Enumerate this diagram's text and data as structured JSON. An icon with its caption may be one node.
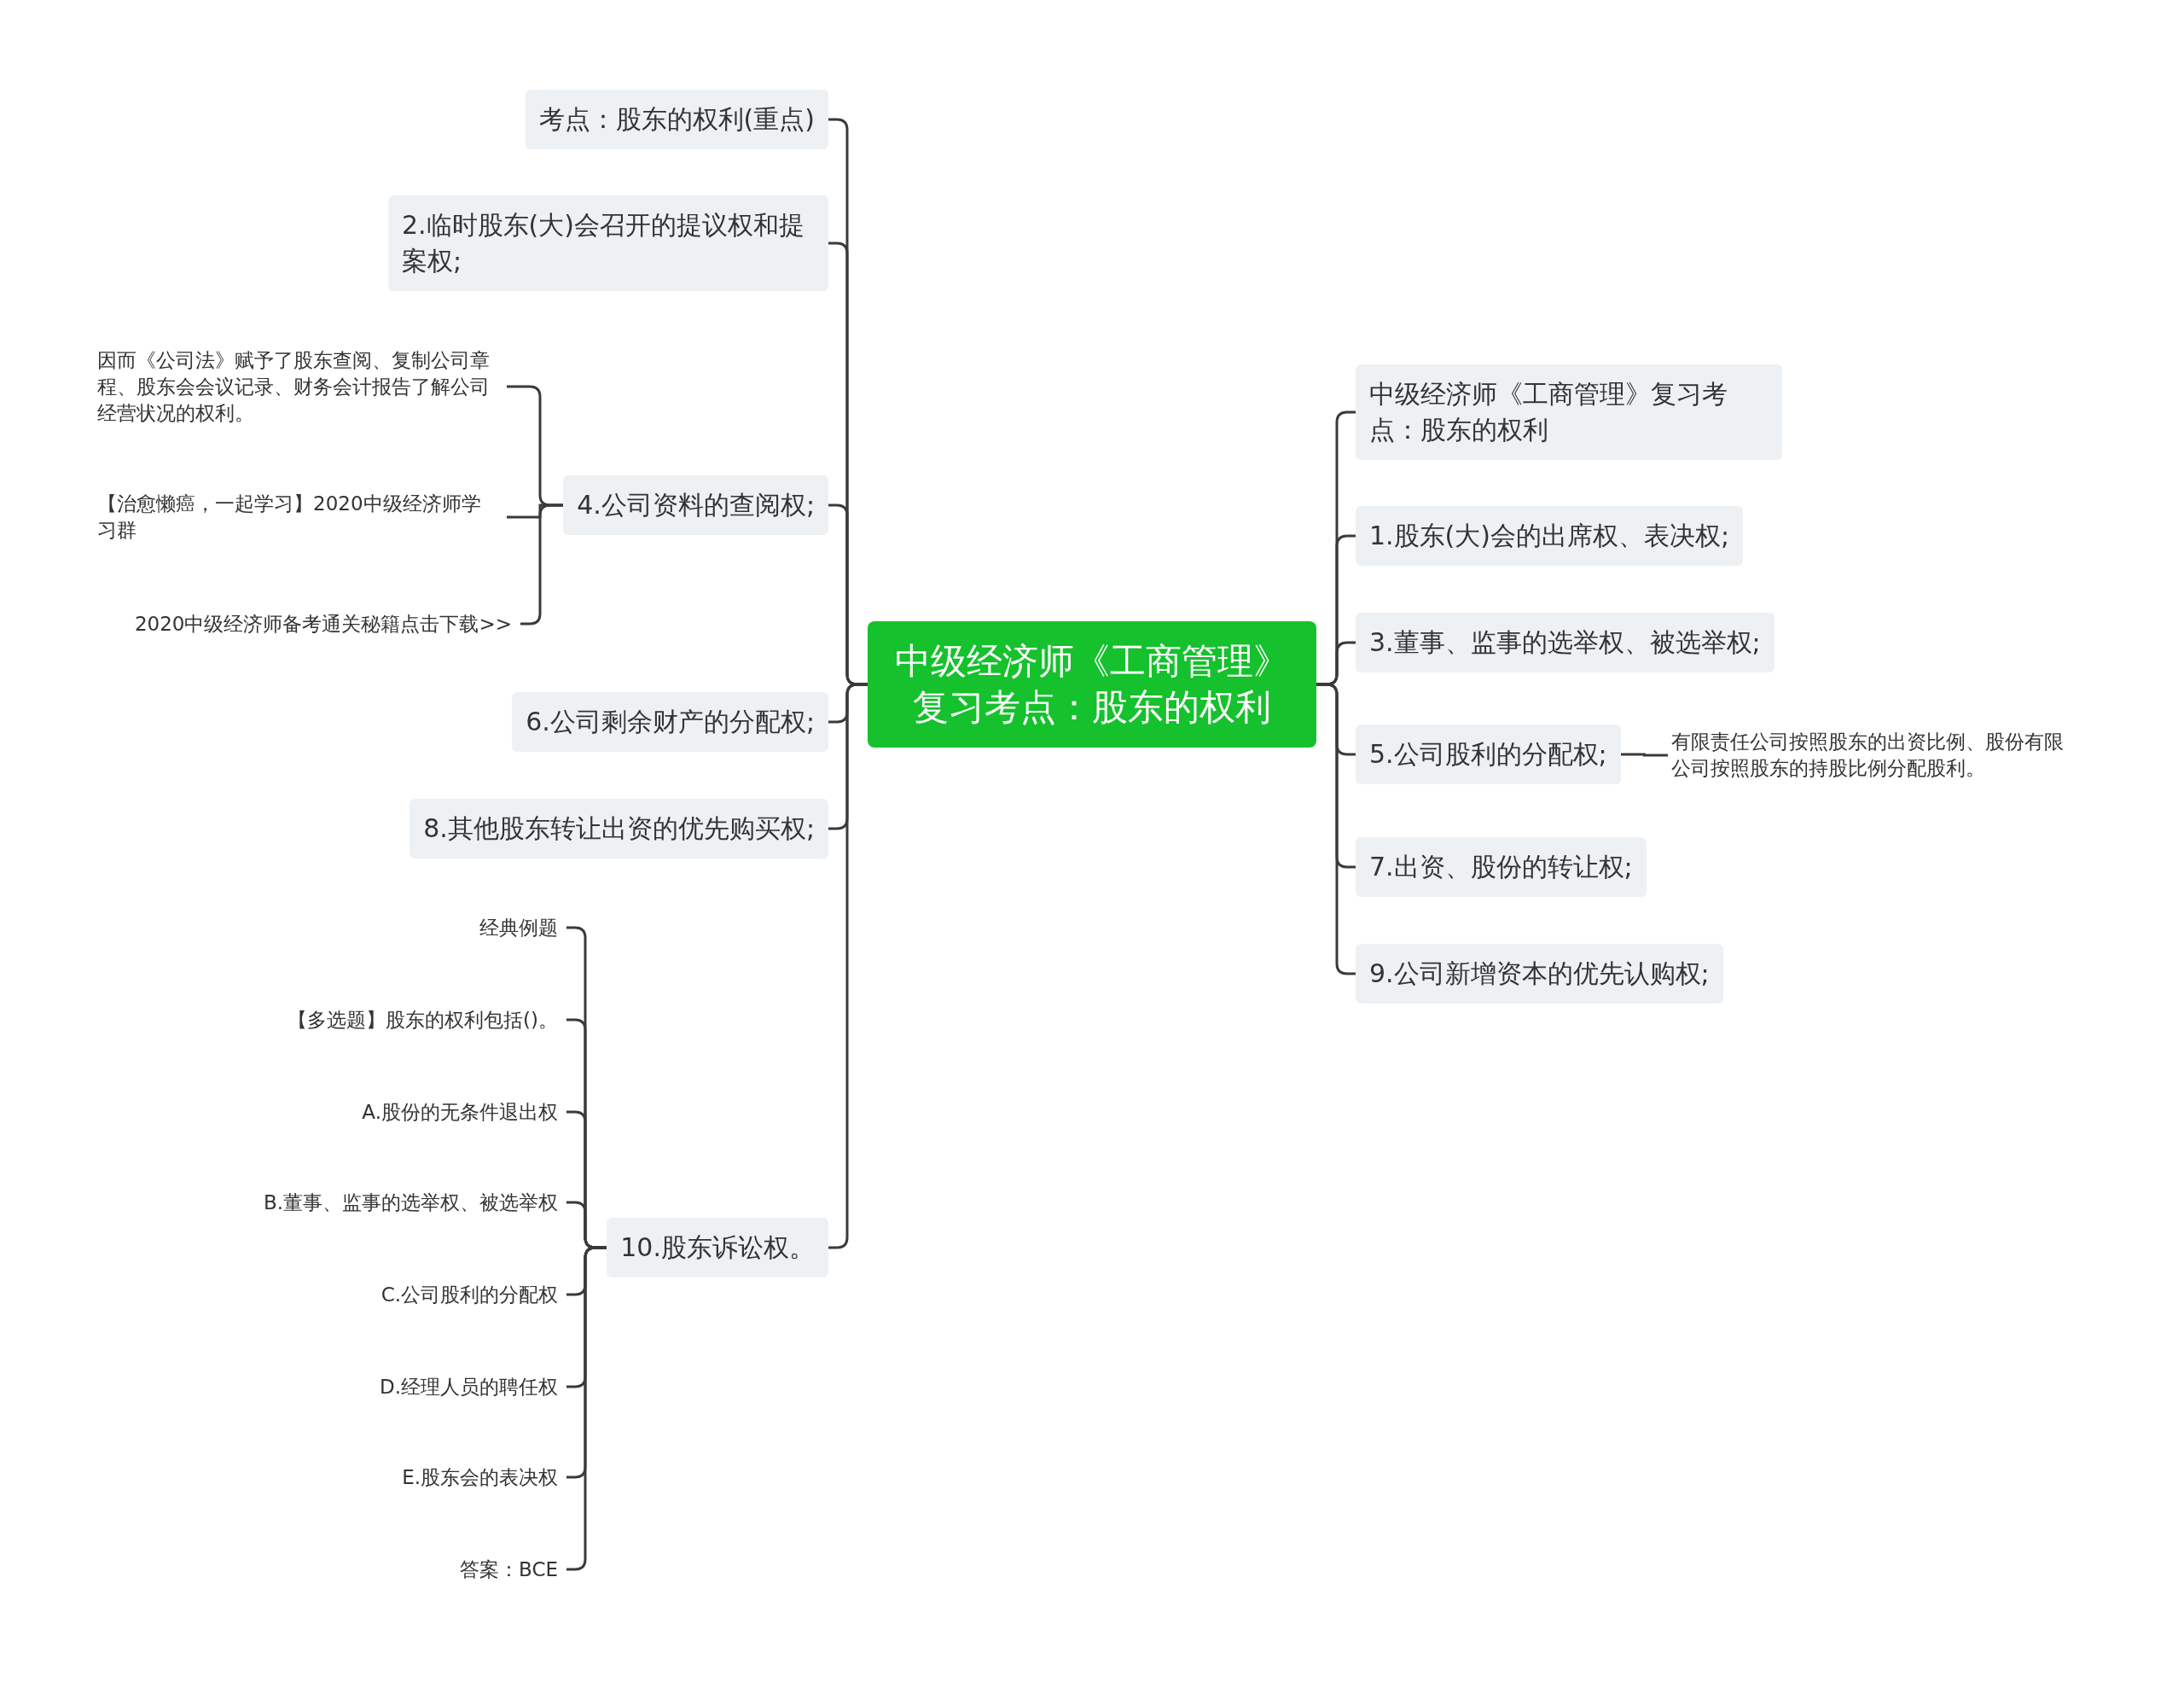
{
  "diagram": {
    "nodes": [
      {
        "text": [
          "中级经济师《工商管理》复习考点：股东的权利"
        ]
      },
      {
        "text": [
          "考点：股东的权利(重点)"
        ]
      },
      {
        "text": [
          "2.临时股东(大)会召开的提议权和提案权;"
        ]
      },
      {
        "text": [
          "4.公司资料的查阅权;"
        ]
      },
      {
        "text": [
          "因而《公司法》赋予了股东查阅、复制公司章程、股东会会议记录、财务会计报告了解公司经营状况的权利。"
        ]
      },
      {
        "text": [
          "【治愈懒癌，一起学习】2020中级经济师学习群"
        ]
      },
      {
        "text": [
          "2020中级经济师备考通关秘籍点击下载>>"
        ]
      },
      {
        "text": [
          "6.公司剩余财产的分配权;"
        ]
      },
      {
        "text": [
          "8.其他股东转让出资的优先购买权;"
        ]
      },
      {
        "text": [
          "10.股东诉讼权。"
        ]
      },
      {
        "text": [
          "经典例题"
        ]
      },
      {
        "text": [
          "【多选题】股东的权利包括()。"
        ]
      },
      {
        "text": [
          "A.股份的无条件退出权"
        ]
      },
      {
        "text": [
          "B.董事、监事的选举权、被选举权"
        ]
      },
      {
        "text": [
          "C.公司股利的分配权"
        ]
      },
      {
        "text": [
          "D.经理人员的聘任权"
        ]
      },
      {
        "text": [
          "E.股东会的表决权"
        ]
      },
      {
        "text": [
          "答案：BCE"
        ]
      },
      {
        "text": [
          "中级经济师《工商管理》复习考点：股东的权利"
        ]
      },
      {
        "text": [
          "1.股东(大)会的出席权、表决权;"
        ]
      },
      {
        "text": [
          "3.董事、监事的选举权、被选举权;"
        ]
      },
      {
        "text": [
          "5.公司股利的分配权;"
        ]
      },
      {
        "text": [
          "有限责任公司按照股东的出资比例、股份有限公司按照股东的持股比例分配股利。"
        ]
      },
      {
        "text": [
          "7.出资、股份的转让权;"
        ]
      },
      {
        "text": [
          "9.公司新增资本的优先认购权;"
        ]
      }
    ],
    "edges": [
      {
        "from": 0,
        "to": 1,
        "arrow": "none"
      },
      {
        "from": 0,
        "to": 2,
        "arrow": "none"
      },
      {
        "from": 0,
        "to": 3,
        "arrow": "none"
      },
      {
        "from": 3,
        "to": 4,
        "arrow": "none"
      },
      {
        "from": 3,
        "to": 5,
        "arrow": "none"
      },
      {
        "from": 3,
        "to": 6,
        "arrow": "none"
      },
      {
        "from": 0,
        "to": 7,
        "arrow": "none"
      },
      {
        "from": 0,
        "to": 8,
        "arrow": "none"
      },
      {
        "from": 0,
        "to": 9,
        "arrow": "none"
      },
      {
        "from": 9,
        "to": 10,
        "arrow": "none"
      },
      {
        "from": 9,
        "to": 11,
        "arrow": "none"
      },
      {
        "from": 9,
        "to": 12,
        "arrow": "none"
      },
      {
        "from": 9,
        "to": 13,
        "arrow": "none"
      },
      {
        "from": 9,
        "to": 14,
        "arrow": "none"
      },
      {
        "from": 9,
        "to": 15,
        "arrow": "none"
      },
      {
        "from": 9,
        "to": 16,
        "arrow": "none"
      },
      {
        "from": 9,
        "to": 17,
        "arrow": "none"
      },
      {
        "from": 0,
        "to": 18,
        "arrow": "none"
      },
      {
        "from": 0,
        "to": 19,
        "arrow": "none"
      },
      {
        "from": 0,
        "to": 20,
        "arrow": "none"
      },
      {
        "from": 0,
        "to": 21,
        "arrow": "none"
      },
      {
        "from": 21,
        "to": 22,
        "arrow": "none"
      },
      {
        "from": 0,
        "to": 23,
        "arrow": "none"
      },
      {
        "from": 0,
        "to": 24,
        "arrow": "none"
      }
    ]
  }
}
